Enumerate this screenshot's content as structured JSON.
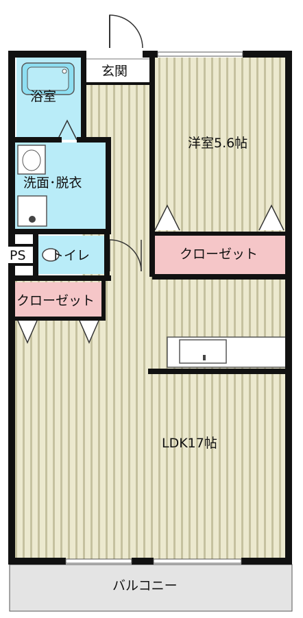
{
  "rooms": {
    "bath": "浴室",
    "entrance": "玄関",
    "western_room": "洋室5.6帖",
    "washroom": "洗面･脱衣",
    "ps": "PS",
    "toilet": "トイレ",
    "closet_upper": "クローゼット",
    "closet_left": "クローゼット",
    "ldk": "LDK17帖",
    "balcony": "バルコニー"
  },
  "colors": {
    "wall": "#111111",
    "floor_stripe_light": "#ece9cf",
    "floor_stripe_dark": "#c5c19f",
    "wet_area": "#b9ecf8",
    "bathtub": "#8edff2",
    "closet": "#f5c6c8",
    "balcony": "#e4e4e4",
    "white": "#ffffff"
  }
}
